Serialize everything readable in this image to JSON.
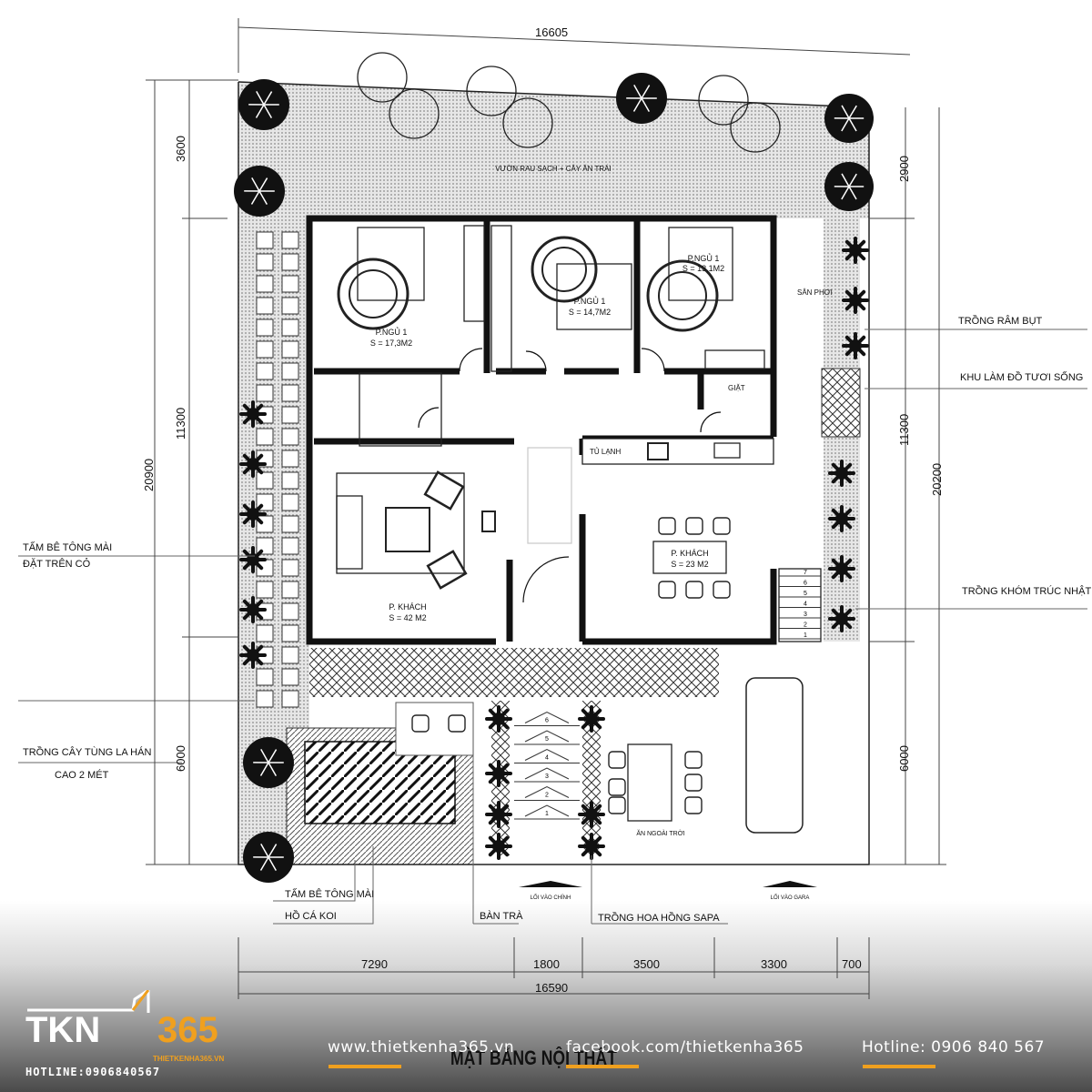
{
  "drawing": {
    "title": "MẶT BẰNG NỘI THẤT",
    "garden_label": "VƯỜN RAU SẠCH + CÂY ĂN TRÁI",
    "rooms": [
      {
        "name": "P.NGỦ 1",
        "area": "S = 17,3M2"
      },
      {
        "name": "P.NGỦ 1",
        "area": "S = 14,7M2"
      },
      {
        "name": "P.NGỦ 1",
        "area": "S = 13,1M2"
      },
      {
        "name": "P. KHÁCH",
        "area": "S = 42 M2"
      },
      {
        "name": "P. KHÁCH",
        "area": "S = 23 M2"
      }
    ],
    "small_labels": {
      "laundry": "GIẶT",
      "drying_yard": "SÂN PHƠI",
      "fridge": "TỦ LẠNH",
      "outdoor_dining": "ĂN NGOÀI TRỜI",
      "main_entrance": "LỐI VÀO CHÍNH",
      "garage_entrance": "LỐI VÀO GARA"
    },
    "stairs_right": [
      "1",
      "2",
      "3",
      "4",
      "5",
      "6",
      "7"
    ],
    "stairs_front": [
      "1",
      "2",
      "3",
      "4",
      "5",
      "6"
    ],
    "annotations_left": {
      "concrete_on_grass_1": "TẤM BÊ TÔNG MÀI",
      "concrete_on_grass_2": "ĐẶT TRÊN CỎ",
      "pine_1": "TRỒNG CÂY TÙNG LA HÁN",
      "pine_2": "CAO 2 MÉT"
    },
    "annotations_right": {
      "hibiscus": "TRỒNG RÂM BỤT",
      "prep_area": "KHU LÀM ĐỒ TƯƠI SỐNG",
      "bamboo": "TRỒNG KHÓM TRÚC NHẬT"
    },
    "annotations_bottom": {
      "concrete": "TẤM BÊ TÔNG MÀI",
      "koi_pond": "HỒ CÁ KOI",
      "tea_table": "BÀN TRÀ",
      "roses": "TRỒNG HOA HỒNG SAPA"
    },
    "dimensions": {
      "top": "16605",
      "left_outer": "20900",
      "left_inner": [
        "3600",
        "11300",
        "6000"
      ],
      "right_inner": [
        "2900",
        "11300",
        "6000"
      ],
      "right_outer": "20200",
      "bottom_segments": [
        "7290",
        "1800",
        "3500",
        "3300",
        "700"
      ],
      "bottom_total": "16590"
    }
  },
  "footer": {
    "logo_text_main": "TKN",
    "logo_text_num": "365",
    "logo_site": "THIETKENHA365.VN",
    "logo_hotline": "HOTLINE:0906840567",
    "website": "www.thietkenha365.vn",
    "facebook": "facebook.com/thietkenha365",
    "hotline": "Hotline: 0906 840 567"
  },
  "colors": {
    "accent": "#f0a01e",
    "wall": "#111111",
    "hatch": "#b8b8b8"
  }
}
